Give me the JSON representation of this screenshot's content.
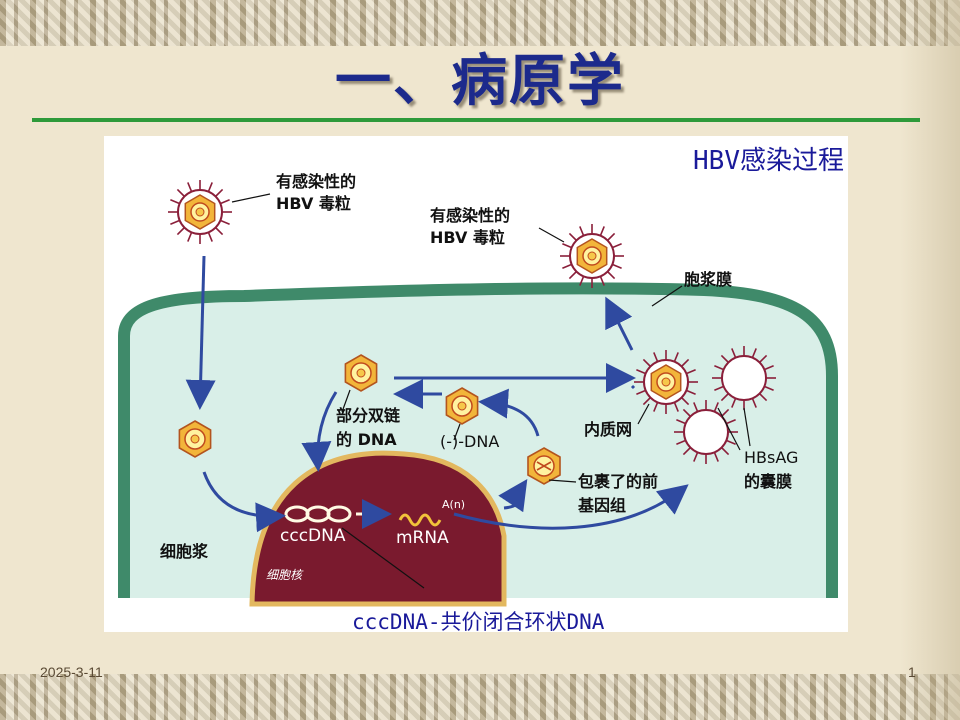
{
  "slide": {
    "title": "一、病原学",
    "date": "2025-3-11",
    "page_number": "1",
    "colors": {
      "title": "#1c2a8c",
      "rule": "#2e9a3a",
      "cell_membrane": "#3f8a6a",
      "cytoplasm": "#d9efe8",
      "nucleus": "#7a1a2e",
      "arrow": "#2f4aa0",
      "virion_core": "#f2b53a"
    }
  },
  "figure": {
    "title": "HBV感染过程",
    "footnote": "cccDNA-共价闭合环状DNA",
    "labels": {
      "infectious_virion_1_line1": "有感染性的",
      "infectious_virion_1_line2": "HBV 毒粒",
      "infectious_virion_2_line1": "有感染性的",
      "infectious_virion_2_line2": "HBV 毒粒",
      "plasma_membrane": "胞浆膜",
      "partial_dsdna_line1": "部分双链",
      "partial_dsdna_line2": "的 DNA",
      "minus_dna": "(-)-DNA",
      "er": "内质网",
      "packaged_pregenome_line1": "包裹了的前",
      "packaged_pregenome_line2": "基因组",
      "hbsag_line1": "HBsAG",
      "hbsag_line2": "的囊膜",
      "cytoplasm": "细胞浆",
      "nucleus": "细胞核",
      "cccdna": "cccDNA",
      "mrna": "mRNA",
      "poly_a": "A(n)"
    }
  }
}
